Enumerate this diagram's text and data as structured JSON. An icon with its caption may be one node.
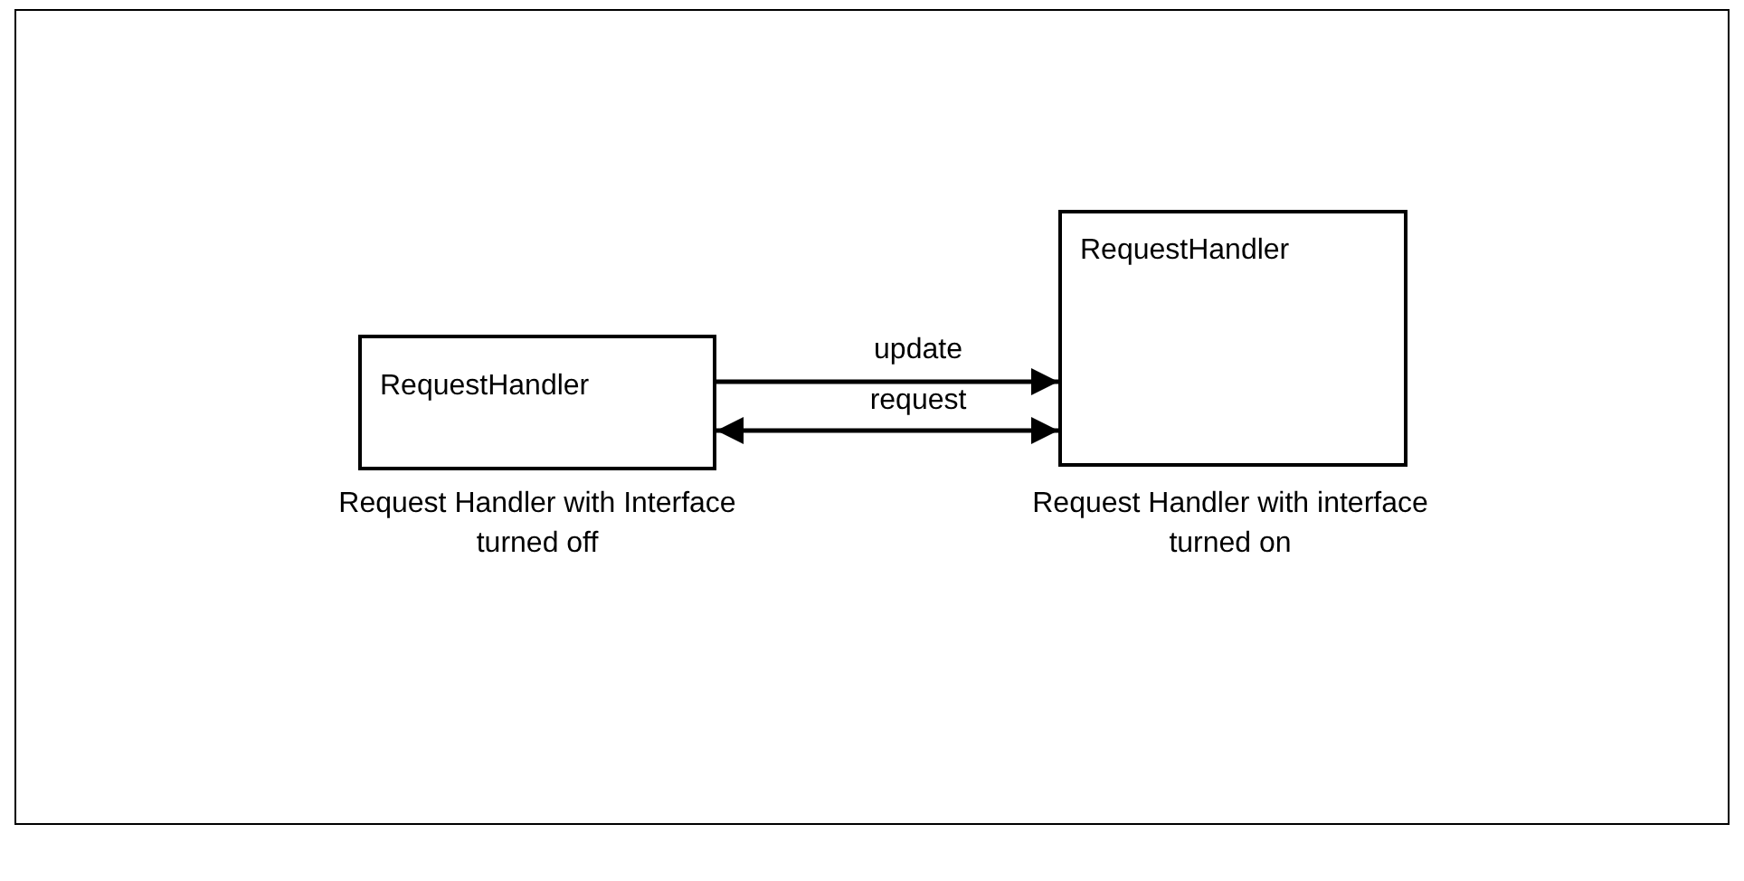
{
  "diagram": {
    "nodes": [
      {
        "text": [
          "RequestHandler"
        ],
        "beside": [
          "Request Handler with Interface turned off"
        ]
      },
      {
        "text": [
          "RequestHandler"
        ],
        "beside": [
          "Request Handler with interface turned on"
        ]
      }
    ],
    "edges": [
      {
        "from": 0,
        "to": 1,
        "arrow": "to",
        "label": "update"
      },
      {
        "from": 0,
        "to": 1,
        "arrow": "both",
        "label": "request"
      }
    ]
  }
}
